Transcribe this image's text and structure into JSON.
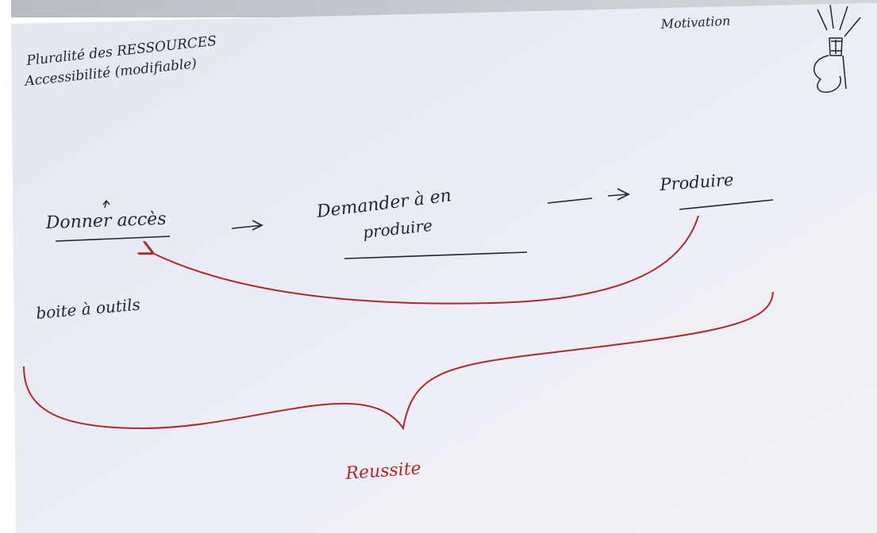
{
  "notes": {
    "top_left_line1": "Pluralité des RESSOURCES",
    "top_left_line2": "Accessibilité (modifiable)",
    "top_right": "Motivation",
    "step1": "Donner accès",
    "step2_line1": "Demander à en",
    "step2_line2": "produire",
    "step3": "Produire",
    "toolbox": "boite à outils",
    "outcome": "Reussite"
  },
  "ink": {
    "black": "#1f2438",
    "red": "#b3262b"
  },
  "icons": [
    "lightbulb-icon"
  ]
}
